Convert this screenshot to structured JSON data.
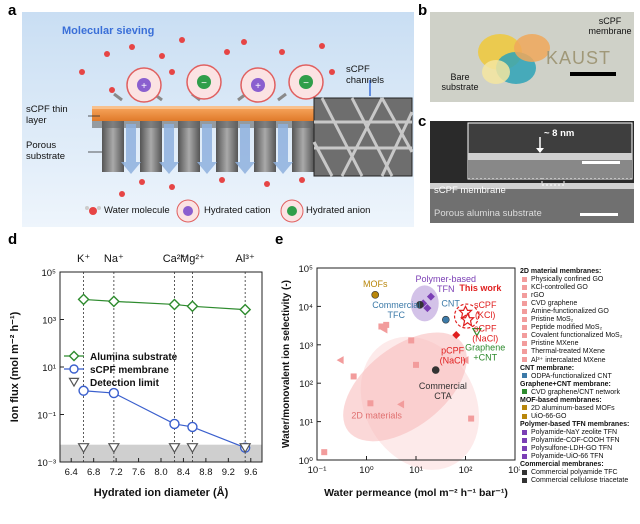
{
  "panels": {
    "a": "a",
    "b": "b",
    "c": "c",
    "d": "d",
    "e": "e"
  },
  "panel_a": {
    "title": "Molecular sieving",
    "thin_layer_label": "sCPF thin layer",
    "substrate_label": "Porous substrate",
    "channels_label": "sCPF channels",
    "legend": {
      "water": "Water molecule",
      "cation": "Hydrated cation",
      "anion": "Hydrated anion"
    }
  },
  "panel_b": {
    "membrane_label": "sCPF membrane",
    "bare_label": "Bare substrate",
    "logo_text": "KAUST"
  },
  "panel_c": {
    "thickness": "~ 8 nm",
    "membrane_label": "sCPF membrane",
    "substrate_label": "Porous alumina substrate"
  },
  "chart_data": [
    {
      "type": "line",
      "xlabel": "Hydrated ion diameter (Å)",
      "ylabel": "Ion flux (mol m⁻² h⁻¹)",
      "xlim": [
        6.2,
        9.8
      ],
      "ylim_log10": [
        -3,
        5
      ],
      "x_ticks": [
        "6.4",
        "6.8",
        "7.2",
        "7.6",
        "8.0",
        "8.4",
        "8.8",
        "9.2",
        "9.6"
      ],
      "y_ticks": [
        "10⁻³",
        "10⁻¹",
        "10¹",
        "10³",
        "10⁵"
      ],
      "ions": [
        {
          "label": "K⁺",
          "x": 6.62
        },
        {
          "label": "Na⁺",
          "x": 7.16
        },
        {
          "label": "Ca²⁺",
          "x": 8.24
        },
        {
          "label": "Mg²⁺",
          "x": 8.56
        },
        {
          "label": "Al³⁺",
          "x": 9.5
        }
      ],
      "series": [
        {
          "name": "Alumina substrate",
          "color": "#2e8b2e",
          "marker": "diamond",
          "x": [
            6.62,
            7.16,
            8.24,
            8.56,
            9.5
          ],
          "y": [
            7000,
            5800,
            4300,
            3600,
            2600
          ]
        },
        {
          "name": "sCPF membrane",
          "color": "#3a5fcd",
          "marker": "circle",
          "x": [
            6.62,
            7.16,
            8.24,
            8.56,
            9.5
          ],
          "y": [
            1.0,
            0.8,
            0.04,
            0.03,
            0.004
          ]
        },
        {
          "name": "Detection limit",
          "color": "#555555",
          "marker": "triangle-down",
          "x": [
            6.62,
            7.16,
            8.24,
            8.56,
            9.5
          ],
          "y": [
            0.004,
            0.004,
            0.004,
            0.004,
            0.004
          ]
        }
      ]
    },
    {
      "type": "scatter",
      "xlabel": "Water permeance (mol m⁻² h⁻¹ bar⁻¹)",
      "ylabel": "Water/monovalent ion selectivity (-)",
      "xlim_log10": [
        -1,
        3
      ],
      "ylim_log10": [
        0,
        5
      ],
      "x_ticks": [
        "10⁻¹",
        "10⁰",
        "10¹",
        "10²",
        "10³"
      ],
      "y_ticks": [
        "10⁰",
        "10¹",
        "10²",
        "10³",
        "10⁴",
        "10⁵"
      ],
      "regions": [
        {
          "label": "2D materials",
          "color": "#f7b8b8"
        },
        {
          "label": "Polymer-based TFN",
          "color": "#b59ad8"
        }
      ],
      "annotations": [
        {
          "text": "MOFs",
          "color": "#b8860b"
        },
        {
          "text": "Polymer-based TFN",
          "color": "#7b3fb5"
        },
        {
          "text": "This work",
          "color": "#e02020"
        },
        {
          "text": "Commercial TFC",
          "color": "#3c7aa8"
        },
        {
          "text": "CNT",
          "color": "#3c7aa8"
        },
        {
          "text": "sCPF (KCl)",
          "color": "#e02020"
        },
        {
          "text": "sCPF (NaCl)",
          "color": "#e02020"
        },
        {
          "text": "pCPF (NaCl)",
          "color": "#e02020"
        },
        {
          "text": "Graphene +CNT",
          "color": "#2e8b2e"
        },
        {
          "text": "Commercial CTA",
          "color": "#333333"
        },
        {
          "text": "2D materials",
          "color": "#e07070"
        }
      ],
      "points": [
        {
          "group": "2D",
          "x": 0.3,
          "y": 400,
          "color": "#f29c9c"
        },
        {
          "group": "2D",
          "x": 0.55,
          "y": 150,
          "color": "#f29c9c"
        },
        {
          "group": "2D",
          "x": 2,
          "y": 3000,
          "color": "#f29c9c"
        },
        {
          "group": "2D",
          "x": 2.3,
          "y": 2500,
          "color": "#f29c9c"
        },
        {
          "group": "2D",
          "x": 2.5,
          "y": 3300,
          "color": "#f29c9c"
        },
        {
          "group": "2D",
          "x": 1.2,
          "y": 30,
          "color": "#f29c9c"
        },
        {
          "group": "2D",
          "x": 5,
          "y": 28,
          "color": "#f29c9c"
        },
        {
          "group": "2D",
          "x": 8,
          "y": 1300,
          "color": "#f29c9c"
        },
        {
          "group": "2D",
          "x": 10,
          "y": 300,
          "color": "#f29c9c"
        },
        {
          "group": "2D",
          "x": 100,
          "y": 400,
          "color": "#f29c9c"
        },
        {
          "group": "2D",
          "x": 130,
          "y": 12,
          "color": "#f29c9c"
        },
        {
          "group": "2D",
          "x": 0.14,
          "y": 1.6,
          "color": "#f29c9c"
        },
        {
          "group": "MOF",
          "x": 1.5,
          "y": 20000,
          "color": "#b8860b"
        },
        {
          "group": "TFN",
          "x": 14,
          "y": 12000,
          "color": "#7b3fb5"
        },
        {
          "group": "TFN",
          "x": 20,
          "y": 18000,
          "color": "#7b3fb5"
        },
        {
          "group": "TFN",
          "x": 17,
          "y": 9000,
          "color": "#7b3fb5"
        },
        {
          "group": "TFC",
          "x": 12,
          "y": 11000,
          "color": "#333333"
        },
        {
          "group": "CNT",
          "x": 40,
          "y": 4500,
          "color": "#3c7aa8"
        },
        {
          "group": "sCPF-KCl",
          "x": 100,
          "y": 7000,
          "color": "#e02020"
        },
        {
          "group": "sCPF-NaCl",
          "x": 110,
          "y": 4500,
          "color": "#e02020"
        },
        {
          "group": "pCPF",
          "x": 65,
          "y": 1800,
          "color": "#e02020"
        },
        {
          "group": "GCNT",
          "x": 170,
          "y": 2200,
          "color": "#2e8b2e"
        },
        {
          "group": "CTA",
          "x": 25,
          "y": 220,
          "color": "#333333"
        }
      ]
    }
  ],
  "legend_e": {
    "groups": [
      {
        "title": "2D material membranes:",
        "items": [
          "Physically confined GO",
          "KCl-controlled GO",
          "rGO",
          "CVD graphene",
          "Amine-functionalized GO",
          "Pristine MoS₂",
          "Peptide modified MoS₂",
          "Covalent functionalized MoS₂",
          "Pristine MXene",
          "Thermal-treated MXene",
          "Al³⁺ intercalated MXene"
        ]
      },
      {
        "title": "CNT membrane:",
        "items": [
          "ODPA-functionalized CNT"
        ]
      },
      {
        "title": "Graphene+CNT membrane:",
        "items": [
          "CVD graphene/CNT network"
        ]
      },
      {
        "title": "MOF-based membranes:",
        "items": [
          "2D aluminum-based MOFs",
          "UiO-66-GO"
        ]
      },
      {
        "title": "Polymer-based TFN membranes:",
        "items": [
          "Polyamide-NaY zeolite TFN",
          "Polyamide-COF-COOH TFN",
          "Polysulfone-LDH-GO TFN",
          "Polyamide-UiO-66 TFN"
        ]
      },
      {
        "title": "Commercial membranes:",
        "items": [
          "Commercial polyamide TFC",
          "Commercial cellulose triacetate"
        ]
      }
    ]
  }
}
